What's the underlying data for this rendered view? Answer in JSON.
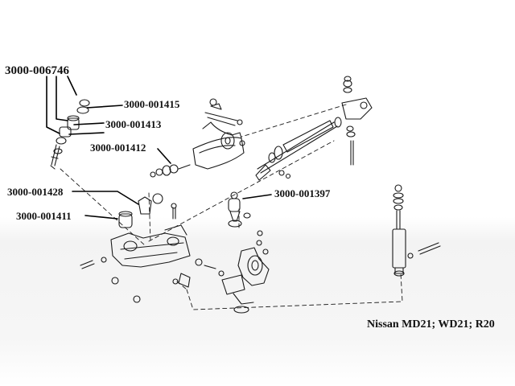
{
  "callouts": [
    {
      "id": "p1",
      "part_number": "3000-006746"
    },
    {
      "id": "p2",
      "part_number": "3000-001415"
    },
    {
      "id": "p3",
      "part_number": "3000-001413"
    },
    {
      "id": "p4",
      "part_number": "3000-001412"
    },
    {
      "id": "p5",
      "part_number": "3000-001428"
    },
    {
      "id": "p6",
      "part_number": "3000-001411"
    },
    {
      "id": "p7",
      "part_number": "3000-001397"
    }
  ],
  "caption": "Nissan MD21; WD21; R20",
  "colors": {
    "line": "#1a1a1a",
    "leader": "#000000",
    "background": "#ffffff"
  }
}
